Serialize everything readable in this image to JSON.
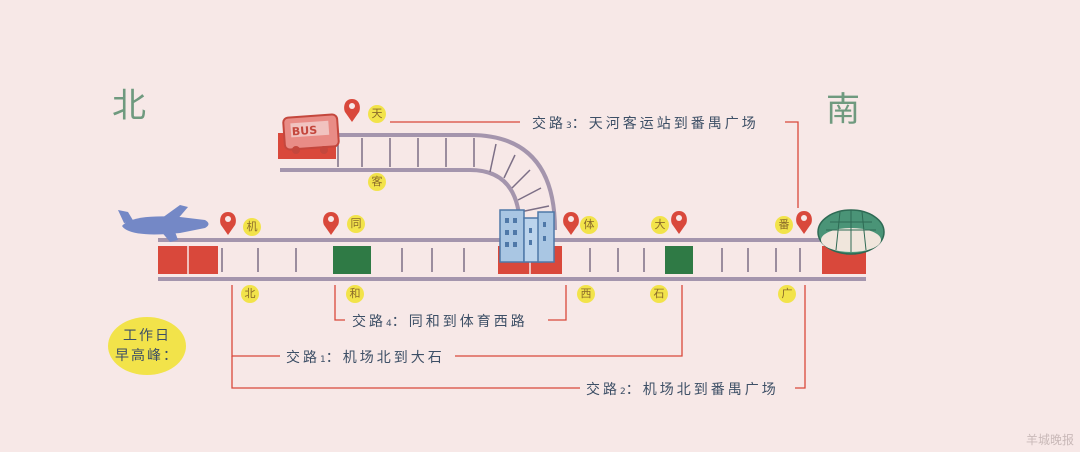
{
  "compass": {
    "north": "北",
    "south": "南"
  },
  "routes": [
    {
      "id": "r3",
      "prefix": "交路",
      "num": "3",
      "text": "：天河客运站到番禺广场"
    },
    {
      "id": "r4",
      "prefix": "交路",
      "num": "4",
      "text": "：同和到体育西路"
    },
    {
      "id": "r1",
      "prefix": "交路",
      "num": "1",
      "text": "：机场北到大石"
    },
    {
      "id": "r2",
      "prefix": "交路",
      "num": "2",
      "text": "：机场北到番禺广场"
    }
  ],
  "stops": {
    "tian": "天",
    "ke": "客",
    "ji": "机",
    "bei": "北",
    "tong": "同",
    "he": "和",
    "ti": "体",
    "xi": "西",
    "da": "大",
    "shi": "石",
    "fan": "番",
    "guang": "广"
  },
  "badge": {
    "line1": "工作日",
    "line2": "早高峰："
  },
  "bus_sign": "BUS",
  "watermark": "羊城晚报",
  "colors": {
    "background": "#f7e8e7",
    "red_route": "#d9483b",
    "green_route": "#2f7a45",
    "track": "#a495ad",
    "marker": "#d9483b",
    "stop_dot": "#f2e34a"
  }
}
